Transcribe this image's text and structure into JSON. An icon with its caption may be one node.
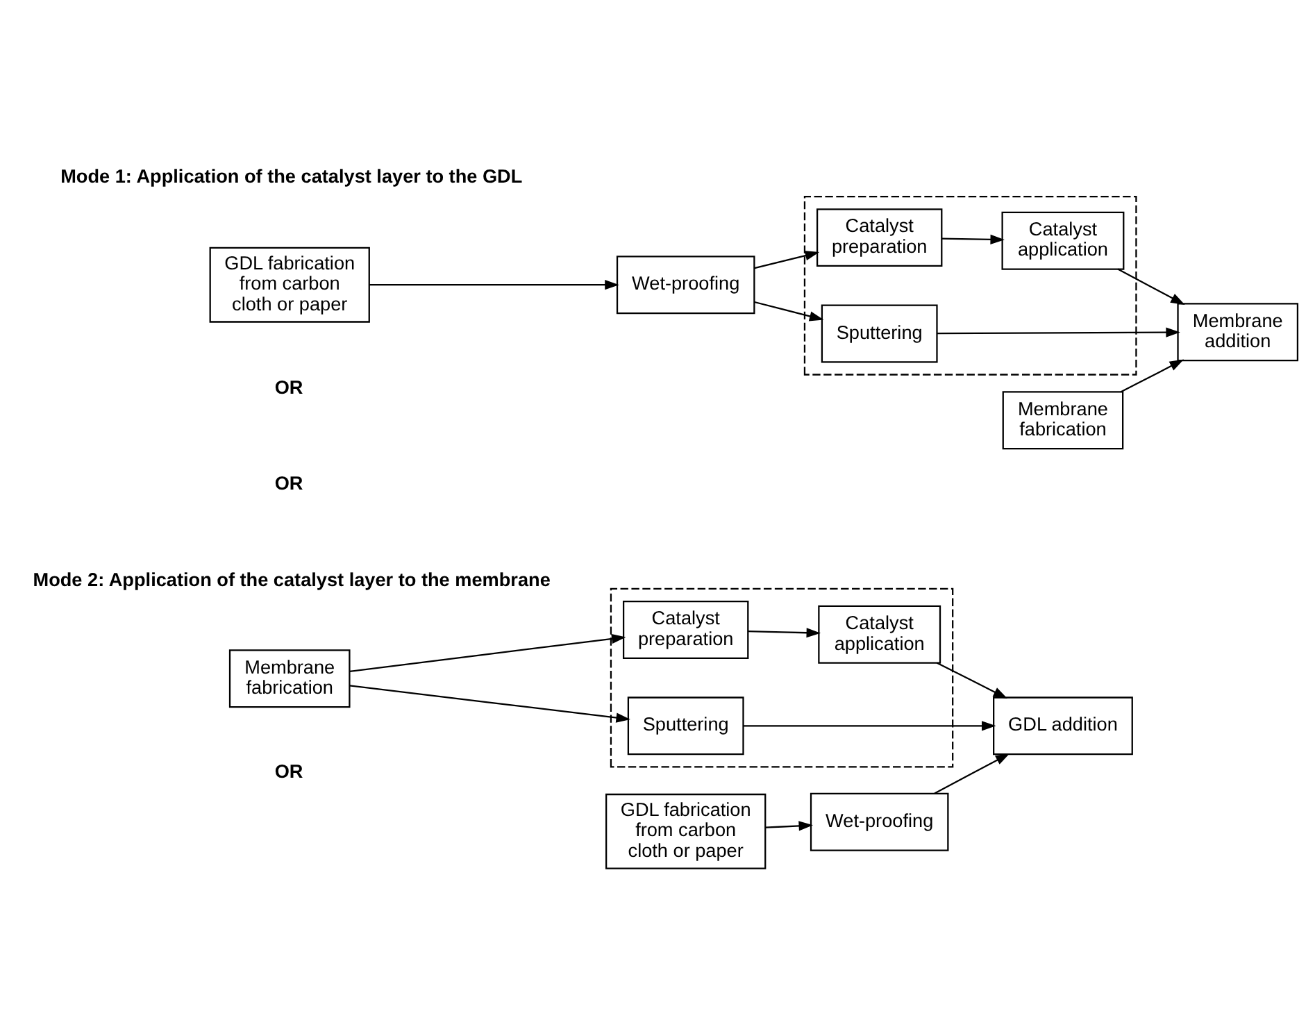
{
  "diagram": {
    "nodes": [
      {
        "text": [
          "GDL fabrication from carbon cloth or paper"
        ]
      },
      {
        "text": [
          "Wet-proofing"
        ]
      },
      {
        "text": [],
        "shape": "box"
      },
      {
        "text": [
          "Sputtering"
        ],
        "in": 2
      },
      {
        "text": [
          "Catalyst preparation"
        ],
        "in": 2
      },
      {
        "text": [
          "Catalyst application"
        ],
        "in": 2
      },
      {
        "text": [
          "Membrane fabrication"
        ]
      },
      {
        "text": [
          "Membrane addition"
        ]
      },
      {
        "text": [
          "Membrane fabrication"
        ]
      },
      {
        "text": [
          "GDL fabrication from carbon cloth or paper"
        ]
      },
      {
        "text": [
          "Wet-proofing"
        ]
      },
      {
        "text": [],
        "shape": "box"
      },
      {
        "text": [
          "Catalyst preparation"
        ],
        "in": 11
      },
      {
        "text": [
          "Catalyst application"
        ],
        "in": 11
      },
      {
        "text": [
          "Sputtering"
        ],
        "in": 11
      },
      {
        "text": [
          "GDL addition"
        ]
      }
    ],
    "edges": [
      {
        "from": 0,
        "to": 1,
        "arrow": "to"
      },
      {
        "from": 1,
        "to": 3,
        "arrow": "to"
      },
      {
        "from": 1,
        "to": 4,
        "arrow": "to"
      },
      {
        "from": 4,
        "to": 5,
        "arrow": "to"
      },
      {
        "from": 3,
        "to": 7,
        "arrow": "to"
      },
      {
        "from": 5,
        "to": 7,
        "arrow": "to"
      },
      {
        "from": 6,
        "to": 7,
        "arrow": "to"
      },
      {
        "from": 8,
        "to": 12,
        "arrow": "to"
      },
      {
        "from": 8,
        "to": 14,
        "arrow": "to"
      },
      {
        "from": 9,
        "to": 10,
        "arrow": "to"
      },
      {
        "from": 10,
        "to": 15,
        "arrow": "to"
      },
      {
        "from": 12,
        "to": 13,
        "arrow": "to"
      },
      {
        "from": 13,
        "to": 15,
        "arrow": "to"
      },
      {
        "from": 14,
        "to": 15,
        "arrow": "to"
      }
    ],
    "labels": [
      "Mode 1: Application of the catalyst layer to the GDL",
      "OR",
      "OR",
      "Mode 2: Application of the catalyst layer to the membrane",
      "OR"
    ]
  }
}
